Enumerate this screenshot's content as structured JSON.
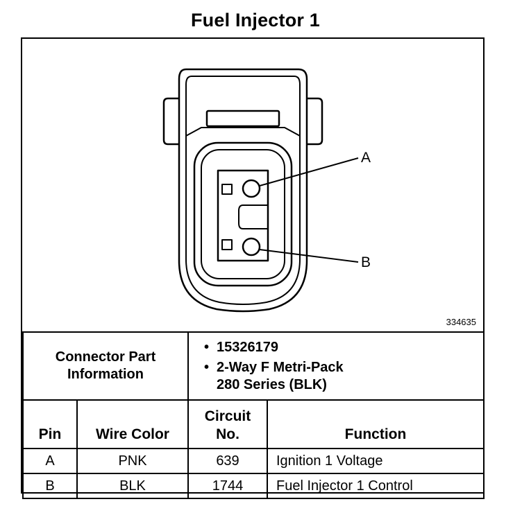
{
  "title": "Fuel Injector 1",
  "figure_id": "334635",
  "pins": [
    {
      "label": "A"
    },
    {
      "label": "B"
    }
  ],
  "connector_info": {
    "label_line1": "Connector Part",
    "label_line2": "Information",
    "part_number": "15326179",
    "desc_line1": "2-Way F Metri-Pack",
    "desc_line2": "280 Series (BLK)",
    "bullet": "•"
  },
  "table": {
    "headers": {
      "pin": "Pin",
      "wire_color": "Wire Color",
      "circuit_line1": "Circuit",
      "circuit_line2": "No.",
      "function": "Function"
    },
    "rows": [
      {
        "pin": "A",
        "wire_color": "PNK",
        "circuit": "639",
        "function": "Ignition 1 Voltage"
      },
      {
        "pin": "B",
        "wire_color": "BLK",
        "circuit": "1744",
        "function": "Fuel Injector 1 Control"
      }
    ]
  }
}
